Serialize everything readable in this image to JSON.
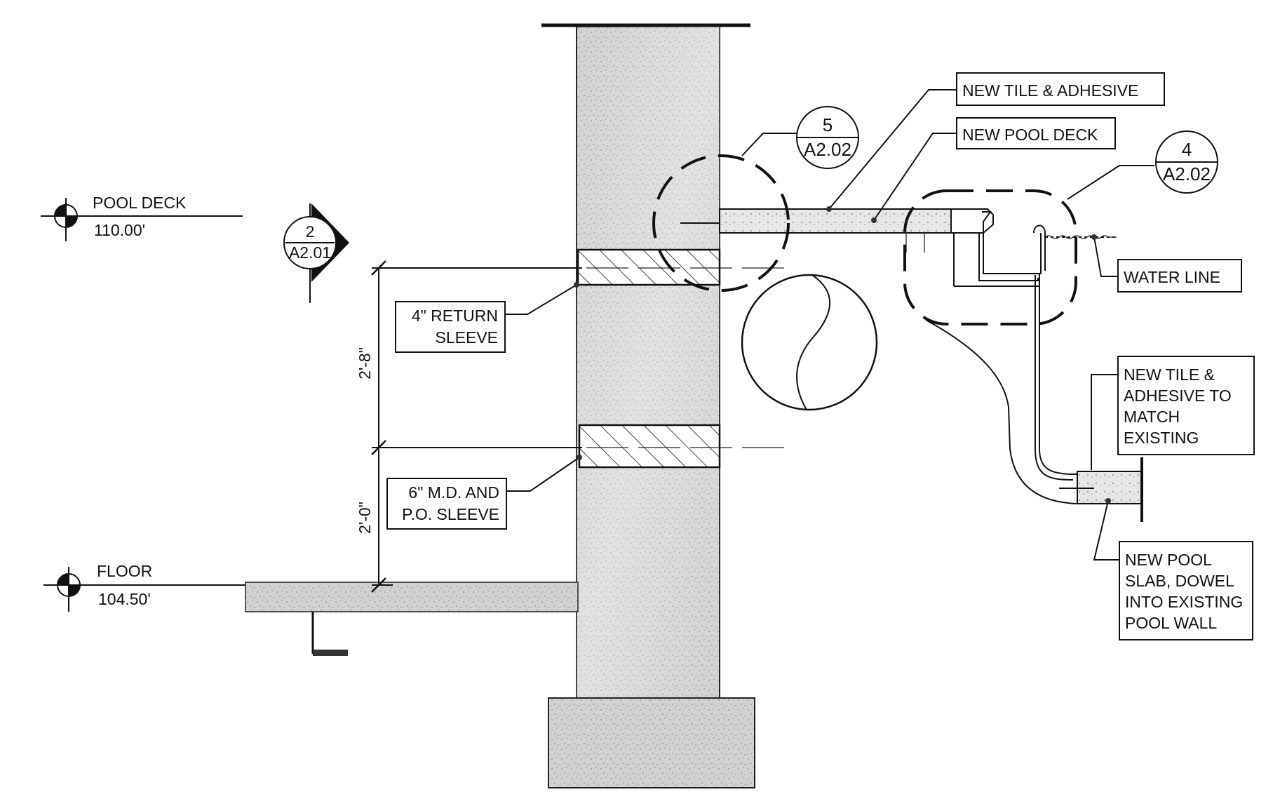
{
  "levels": {
    "pool_deck": {
      "name": "POOL DECK",
      "elevation": "110.00'"
    },
    "floor": {
      "name": "FLOOR",
      "elevation": "104.50'"
    }
  },
  "section_marker": {
    "number": "2",
    "sheet": "A2.01"
  },
  "detail_callouts": [
    {
      "number": "5",
      "sheet": "A2.02"
    },
    {
      "number": "4",
      "sheet": "A2.02"
    }
  ],
  "dimensions": {
    "upper": "2'-8\"",
    "lower": "2'-0\""
  },
  "notes": {
    "return_sleeve": [
      "4\" RETURN",
      "SLEEVE"
    ],
    "md_po_sleeve": [
      "6\" M.D. AND",
      "P.O. SLEEVE"
    ],
    "tile_adhesive": "NEW TILE & ADHESIVE",
    "pool_deck": "NEW POOL DECK",
    "water_line": "WATER LINE",
    "tile_match": [
      "NEW TILE &",
      "ADHESIVE TO",
      "MATCH",
      "EXISTING"
    ],
    "pool_slab": [
      "NEW POOL",
      "SLAB, DOWEL",
      "INTO EXISTING",
      "POOL WALL"
    ]
  },
  "colors": {
    "line": "#111111",
    "concrete": "#cfcfcf",
    "concrete_dark": "#b3b3b3"
  }
}
